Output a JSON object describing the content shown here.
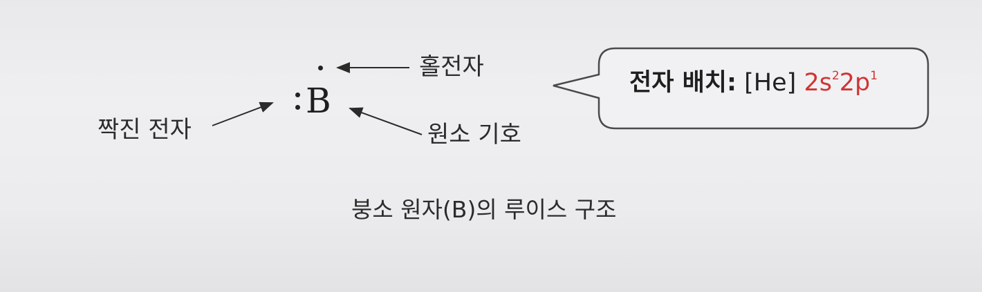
{
  "diagram": {
    "element_symbol": "B",
    "labels": {
      "unpaired_electron": "홀전자",
      "paired_electrons": "짝진 전자",
      "element_symbol_label": "원소 기호"
    },
    "bubble": {
      "prefix": "전자 배치:",
      "core": "[He]",
      "config": {
        "orbital1": "2s",
        "exp1": "2",
        "orbital2": "2p",
        "exp2": "1"
      }
    },
    "caption": "붕소 원자(B)의 루이스 구조"
  },
  "colors": {
    "text": "#2b2b2b",
    "config_highlight": "#d03434",
    "bubble_border": "#4a4a4a",
    "background": "#ececee"
  }
}
